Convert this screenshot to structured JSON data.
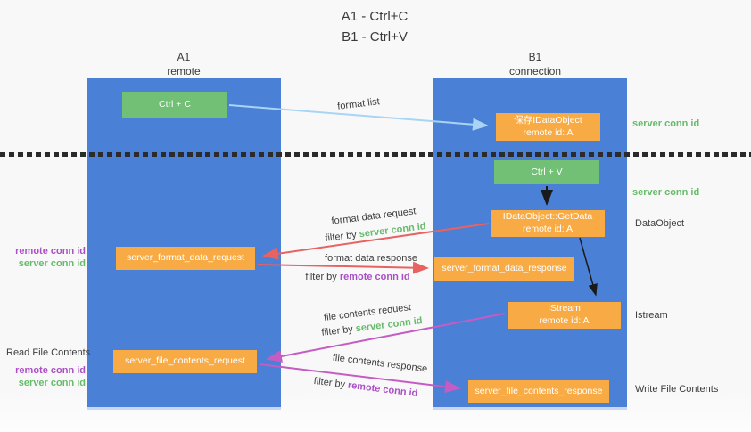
{
  "title": {
    "line1": "A1 - Ctrl+C",
    "line2": "B1 - Ctrl+V"
  },
  "lanes": {
    "left": {
      "name": "A1",
      "role": "remote"
    },
    "right": {
      "name": "B1",
      "role": "connection"
    }
  },
  "nodes": {
    "ctrl_c": {
      "label": "Ctrl + C"
    },
    "save_idataobject": {
      "line1": "保存IDataObject",
      "line2": "remote id: A"
    },
    "ctrl_v": {
      "label": "Ctrl + V"
    },
    "getdata": {
      "line1": "IDataObject::GetData",
      "line2": "remote id: A"
    },
    "format_request": {
      "label": "server_format_data_request"
    },
    "format_response": {
      "label": "server_format_data_response"
    },
    "istream": {
      "line1": "IStream",
      "line2": "remote id: A"
    },
    "file_request": {
      "label": "server_file_contents_request"
    },
    "file_response": {
      "label": "server_file_contents_response"
    }
  },
  "edges": {
    "format_list": {
      "label": "format list"
    },
    "format_data_request": {
      "label": "format data request",
      "filter_prefix": "filter by",
      "filter_key": "server conn id"
    },
    "format_data_response": {
      "label": "format data response",
      "filter_prefix": "filter by",
      "filter_key": "remote conn id"
    },
    "file_contents_request": {
      "label": "file contents request",
      "filter_prefix": "filter by",
      "filter_key": "server conn id"
    },
    "file_contents_response": {
      "label": "file contents response",
      "filter_prefix": "filter by",
      "filter_key": "remote conn id"
    }
  },
  "side_labels": {
    "left": {
      "remote_conn_id_1": "remote conn id",
      "server_conn_id_1": "server conn id",
      "read_file_contents": "Read File Contents",
      "remote_conn_id_2": "remote conn id",
      "server_conn_id_2": "server conn id"
    },
    "right": {
      "server_conn_id_1": "server conn id",
      "server_conn_id_2": "server conn id",
      "dataobject": "DataObject",
      "istream": "Istream",
      "write_file_contents": "Write File Contents"
    }
  },
  "colors": {
    "lane_blue": "#4a80d6",
    "node_green": "#72c075",
    "node_orange": "#f8ab44",
    "arrow_light_blue": "#a9d4f4",
    "arrow_red": "#e86262",
    "arrow_magenta": "#c45cc4",
    "arrow_black": "#1a1a1a",
    "text_green": "#66bb6a",
    "text_purple": "#ab4fc4",
    "text_dark": "#3d3d3d"
  }
}
